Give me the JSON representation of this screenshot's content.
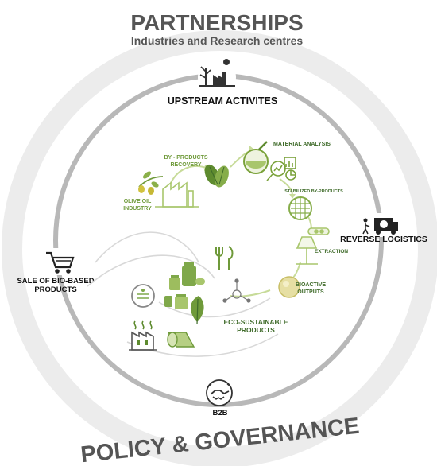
{
  "outer_ring": {
    "top_title": "PARTNERSHIPS",
    "top_subtitle": "Industries and Research centres",
    "bottom_title": "POLICY & GOVERNANCE"
  },
  "ring_nodes": {
    "upstream": "UPSTREAM ACTIVITES",
    "reverse_logistics": "REVERSE LOGISTICS",
    "sale_line1": "SALE OF BIO-BASED",
    "sale_line2": "PRODUCTS",
    "b2b": "B2B"
  },
  "cycle": {
    "byproducts_line1": "BY - PRODUCTS",
    "byproducts_line2": "RECOVERY",
    "material_analysis": "MATERIAL ANALYSIS",
    "olive_line1": "OLIVE OIL",
    "olive_line2": "INDUSTRY",
    "stabilized": "STABILIZED BY-PRODUCTS",
    "extraction": "EXTRACTION",
    "bioactive_line1": "BIOACTIVE",
    "bioactive_line2": "OUTPUTS",
    "eco_line1": "ECO-SUSTAINABLE",
    "eco_line2": "PRODUCTS"
  },
  "colors": {
    "ring_outer": "#ececec",
    "ring_inner": "#b8b8b8",
    "title_grey": "#555555",
    "dark_green": "#3f6b2a",
    "mid_green": "#6f9a3a",
    "light_green": "#a8c66c",
    "pale_green": "#d6e4b4"
  }
}
